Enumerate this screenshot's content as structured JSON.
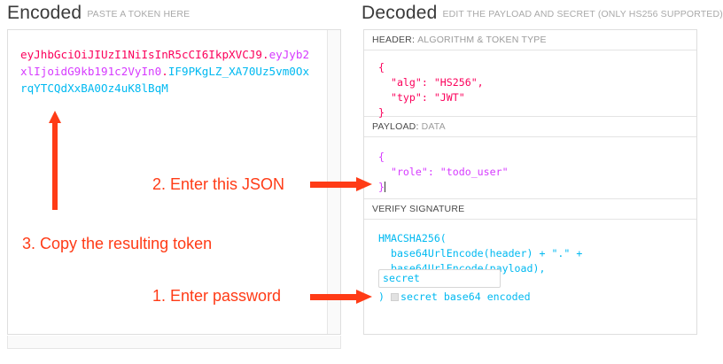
{
  "encoded": {
    "title": "Encoded",
    "subtitle": "PASTE A TOKEN HERE",
    "token": {
      "header_part": "eyJhbGciOiJIUzI1NiIsInR5cCI6IkpXVCJ9",
      "dot1": ".",
      "payload_part": "eyJyb2xlIjoidG9kb191c2VyIn0",
      "dot2": ".",
      "signature_part": "IF9PKgLZ_XA70Uz5vm0OxrqYTCQdXxBA0Oz4uK8lBqM",
      "full": "eyJhbGciOiJIUzI1NiIsInR5cCI6IkpXVCJ9.eyJyb2xlIjoidG9kb191c2VyIn0.IF9PKgLZ_XA70Uz5vm0OxrqYTCQdXxBA0Oz4uK8lBqM"
    }
  },
  "decoded": {
    "title": "Decoded",
    "subtitle": "EDIT THE PAYLOAD AND SECRET (ONLY HS256 SUPPORTED)",
    "sections": {
      "header": {
        "label_key": "HEADER:",
        "label_value": "ALGORITHM & TOKEN TYPE",
        "line1": "{",
        "line2": "  \"alg\": \"HS256\",",
        "line3": "  \"typ\": \"JWT\"",
        "line4": "}"
      },
      "payload": {
        "label_key": "PAYLOAD:",
        "label_value": "DATA",
        "line1": "{",
        "line2": "  \"role\": \"todo_user\"",
        "line3": "}"
      },
      "verify": {
        "label_key": "VERIFY SIGNATURE",
        "label_value": "",
        "line1": "HMACSHA256(",
        "line2": "  base64UrlEncode(header) + \".\" +",
        "line3": "  base64UrlEncode(payload),",
        "secret_value": "secret",
        "close_paren": ")",
        "base64_label": "secret base64 encoded",
        "base64_checked": false
      }
    }
  },
  "annotations": {
    "step1": "1. Enter password",
    "step2": "2. Enter this JSON",
    "step3": "3. Copy the resulting token"
  },
  "colors": {
    "header_segment": "#fb015b",
    "payload_segment": "#d63aff",
    "signature_segment": "#00b9f1",
    "annotation": "#ff3b16"
  }
}
